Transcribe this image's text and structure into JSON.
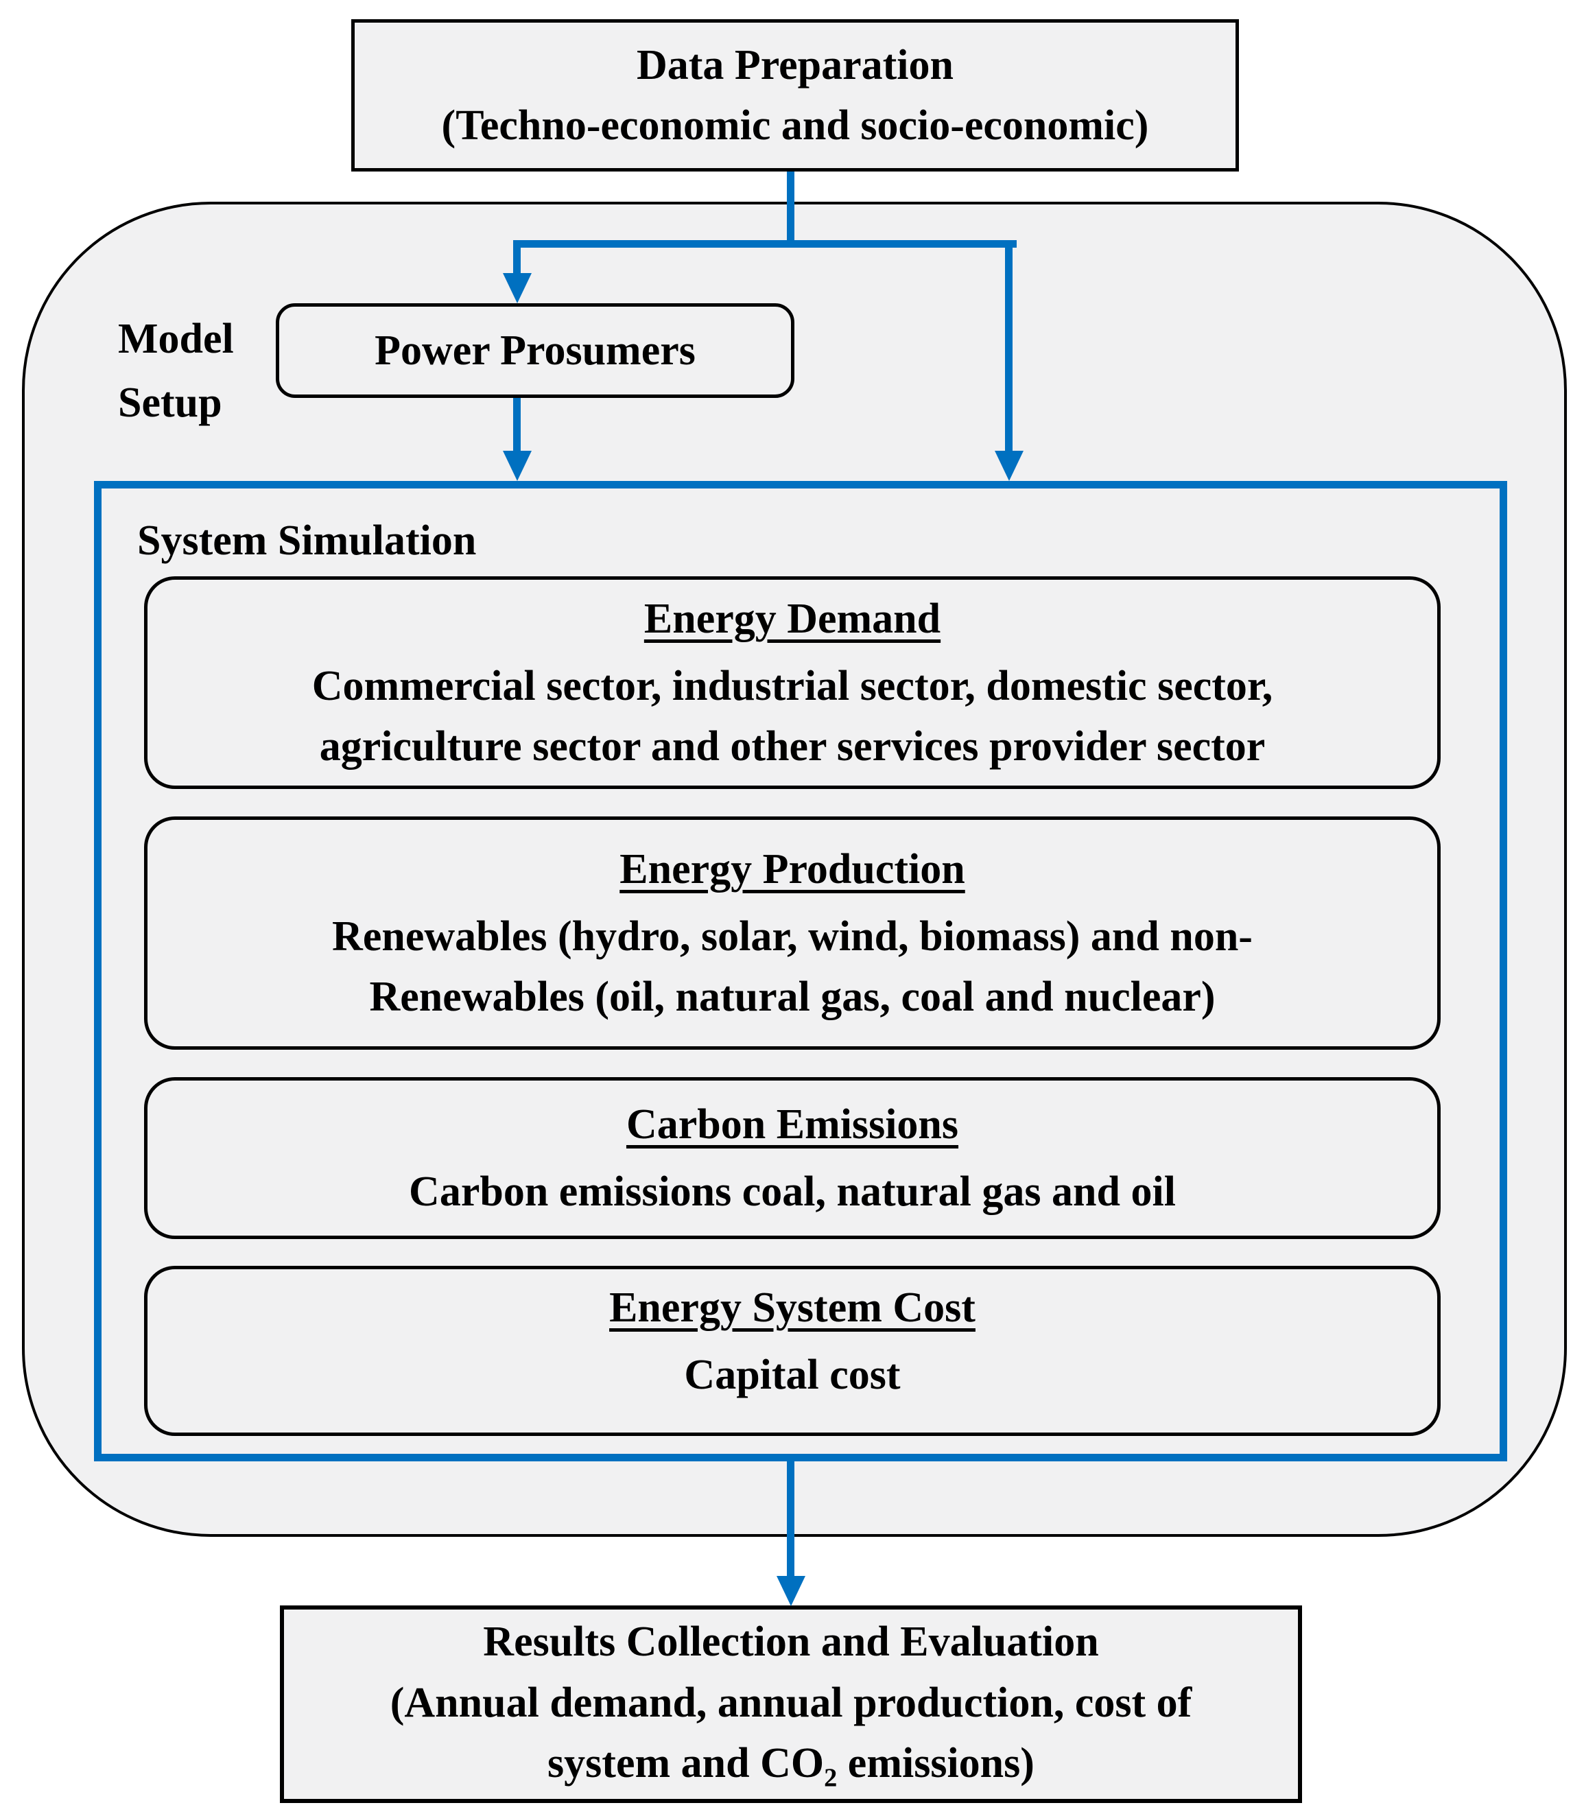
{
  "colors": {
    "accent_blue": "#0070c0",
    "box_fill": "#f1f1f2",
    "line_black": "#000000"
  },
  "top_box": {
    "line1": "Data Preparation",
    "line2": "(Techno-economic and socio-economic)"
  },
  "model_setup": {
    "label_line1": "Model",
    "label_line2": "Setup",
    "power_prosumers_label": "Power Prosumers"
  },
  "system_simulation": {
    "label": "System Simulation",
    "boxes": [
      {
        "title": "Energy Demand",
        "lines": [
          "Commercial sector, industrial sector, domestic sector,",
          "agriculture sector and other services provider sector"
        ]
      },
      {
        "title": "Energy Production",
        "lines": [
          "Renewables (hydro, solar, wind, biomass) and non-",
          "Renewables (oil, natural gas, coal and nuclear)"
        ]
      },
      {
        "title": "Carbon Emissions",
        "lines": [
          "Carbon emissions coal, natural gas and oil"
        ]
      },
      {
        "title": "Energy System Cost",
        "lines": [
          "Capital cost"
        ]
      }
    ]
  },
  "results_box": {
    "line1": "Results Collection and Evaluation",
    "line2": "(Annual demand, annual production, cost of",
    "line3_pre": "system and CO",
    "line3_sub": "2",
    "line3_post": " emissions)"
  }
}
